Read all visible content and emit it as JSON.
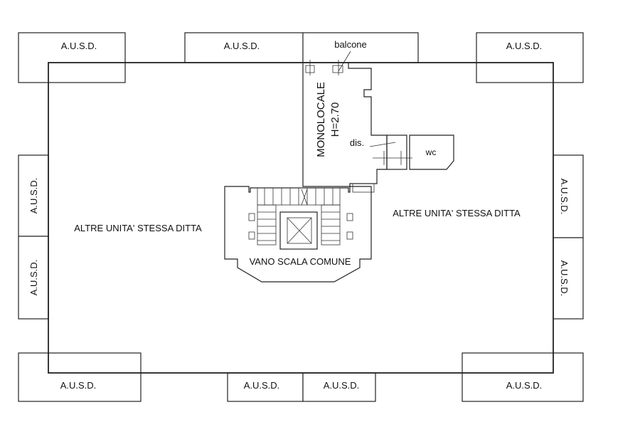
{
  "plan": {
    "ausd_label": "A.U.S.D.",
    "balcony_label": "balcone",
    "studio_label": "MONOLOCALE",
    "height_label": "H=2.70",
    "corridor_label": "dis.",
    "wc_label": "wc",
    "other_units_left": "ALTRE UNITA' STESSA DITTA",
    "other_units_right": "ALTRE UNITA' STESSA DITTA",
    "stair_label": "VANO SCALA COMUNE"
  }
}
